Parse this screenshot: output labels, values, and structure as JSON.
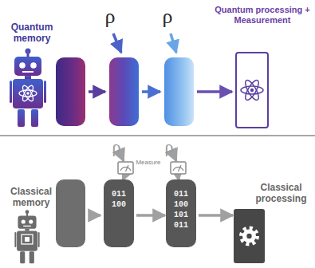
{
  "diagram": {
    "nodes": [
      {
        "text": [
          "Quantum processing + Measurement"
        ]
      },
      {
        "text": [
          "011 100"
        ]
      },
      {
        "text": [
          "011 100 101 011"
        ]
      },
      {
        "text": [
          "Classical processing"
        ]
      }
    ],
    "edges": [
      {
        "from": 1,
        "to": 2,
        "arrow": "to"
      },
      {
        "from": 2,
        "to": 3,
        "arrow": "to"
      }
    ],
    "labels": [
      "Quantum memory",
      "ρ",
      "ρ",
      "ρ",
      "Measure",
      "ρ",
      "Classical memory"
    ]
  }
}
